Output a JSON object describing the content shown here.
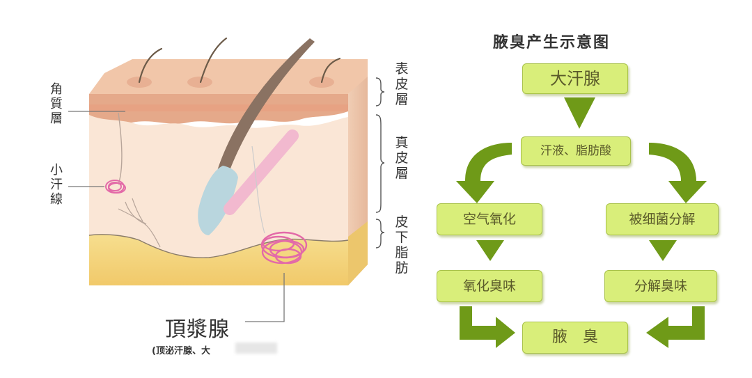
{
  "diagram_title": "腋臭产生示意图",
  "skin_layers": {
    "epidermis": "表皮層",
    "dermis": "真皮層",
    "subcutaneous": "皮下脂肪"
  },
  "left_labels": {
    "stratum_corneum": "角質層",
    "eccrine_gland": "小汗線"
  },
  "apocrine_gland": {
    "label": "頂漿腺",
    "sublabel": "(顶泌汗腺、大"
  },
  "flow": {
    "top": "大汗腺",
    "second": "汗液、脂肪酸",
    "left_process": "空气氧化",
    "right_process": "被细菌分解",
    "left_result": "氧化臭味",
    "right_result": "分解臭味",
    "final": "腋　臭"
  },
  "colors": {
    "box_fill": "#d9ee7a",
    "arrow": "#6f9a18",
    "epidermis": "#e9b79a",
    "dermis": "#f8e0cf",
    "fat": "#f3d37c",
    "gland": "#e36aa8"
  }
}
